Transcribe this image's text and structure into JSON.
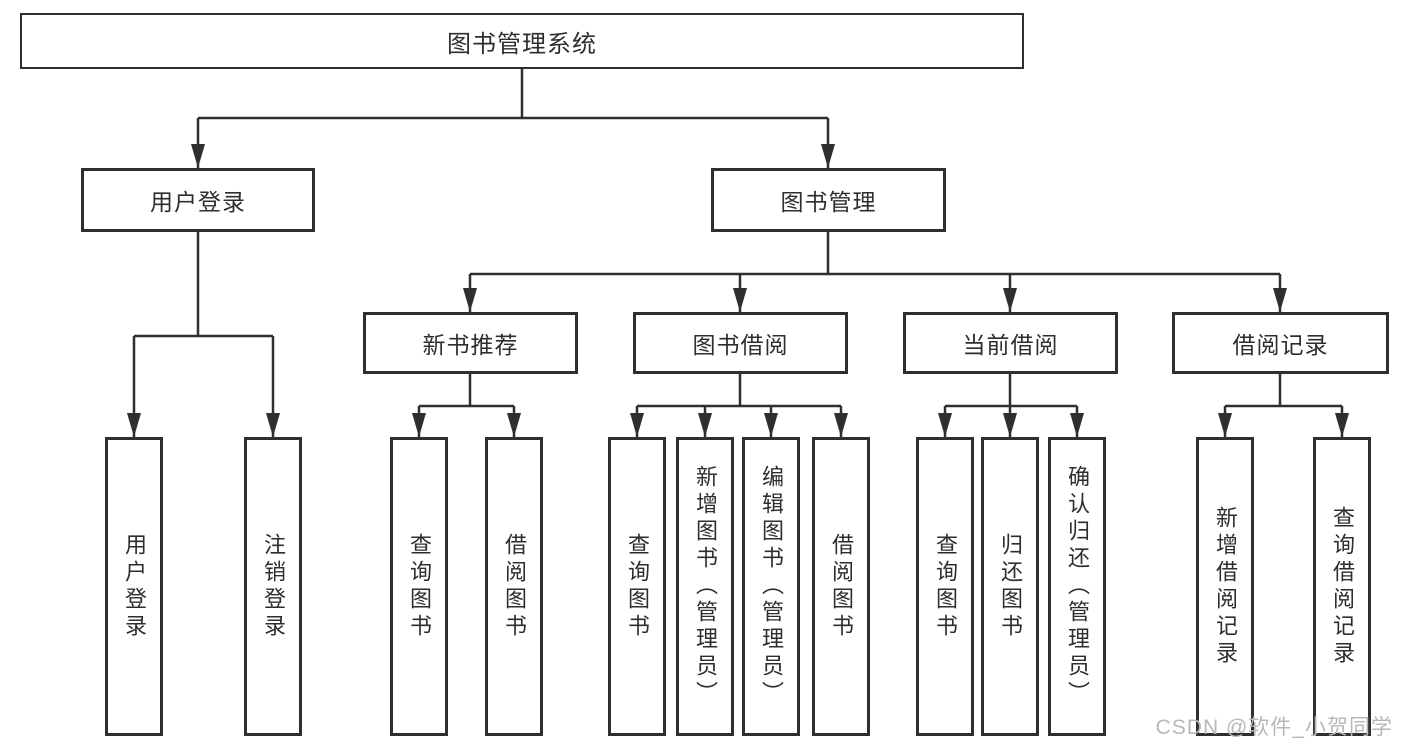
{
  "title": "图书管理系统",
  "branches": [
    {
      "label": "用户登录",
      "children": [
        "用户登录",
        "注销登录"
      ]
    },
    {
      "label": "图书管理",
      "sections": [
        {
          "label": "新书推荐",
          "children": [
            "查询图书",
            "借阅图书"
          ]
        },
        {
          "label": "图书借阅",
          "children": [
            "查询图书",
            "新增图书（管理员）",
            "编辑图书（管理员）",
            "借阅图书"
          ]
        },
        {
          "label": "当前借阅",
          "children": [
            "查询图书",
            "归还图书",
            "确认归还（管理员）"
          ]
        },
        {
          "label": "借阅记录",
          "children": [
            "新增借阅记录",
            "查询借阅记录"
          ]
        }
      ]
    }
  ],
  "watermark": "CSDN @软件_小贺同学",
  "colors": {
    "line": "#2f2f2f",
    "text": "#2e2e2e",
    "box_background": "#ffffff",
    "background": "#ffffff",
    "watermark": "#b8b8b8"
  }
}
